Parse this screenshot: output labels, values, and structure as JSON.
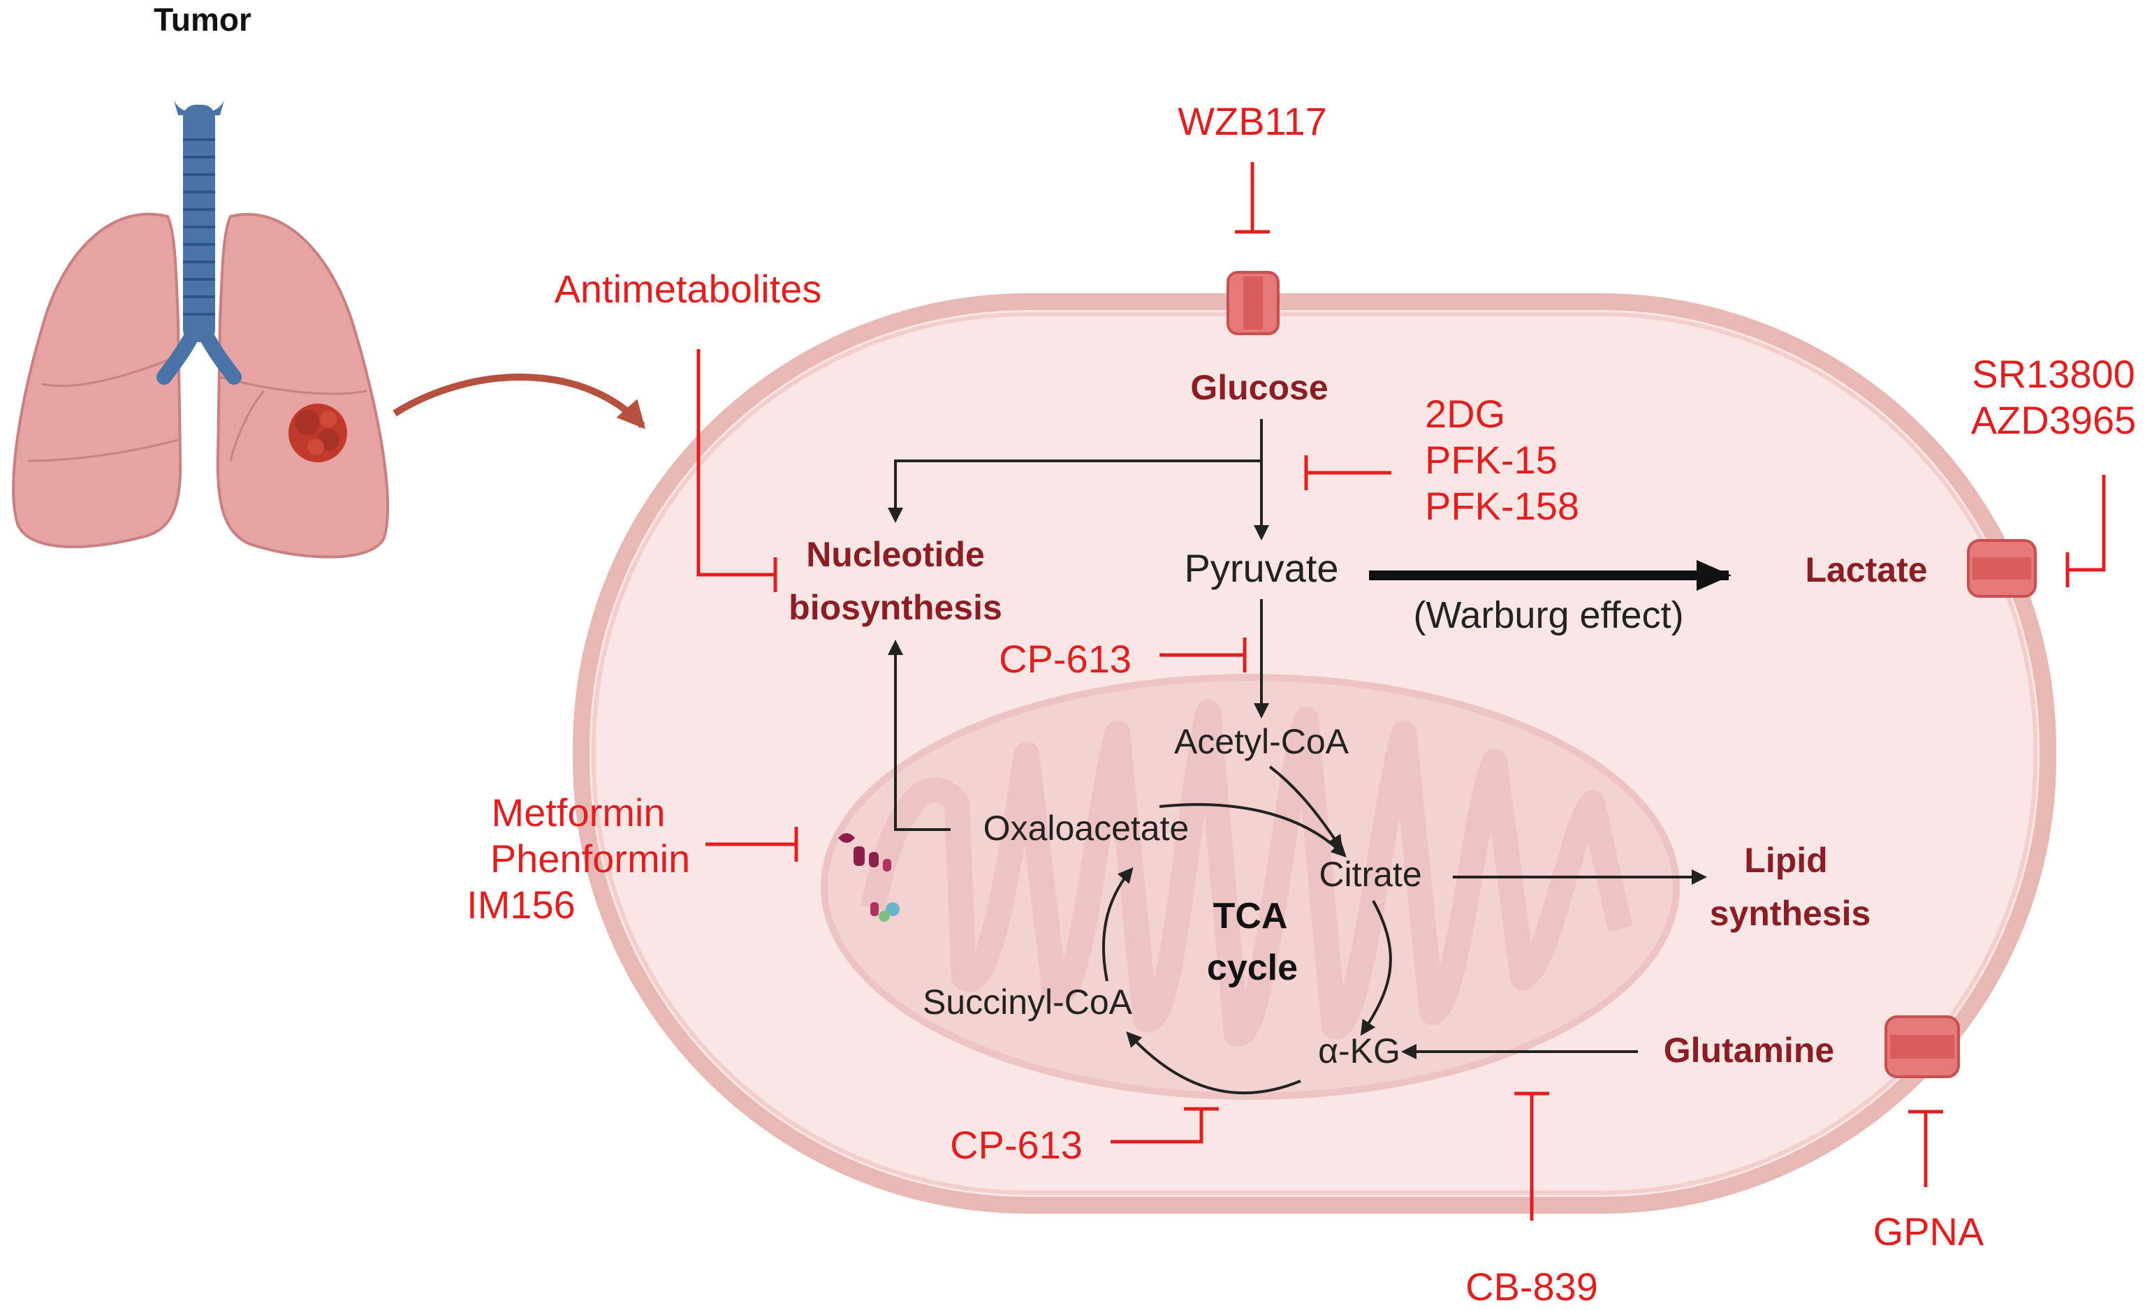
{
  "title": "Tumor",
  "colors": {
    "inhibitor": "#e02020",
    "metabolite_bold": "#8b1e24",
    "cell_fill": "#fbe6e6",
    "cell_membrane": "#e8b8b4",
    "mito_fill": "#f5d4d4",
    "lung_fill": "#e8a0a0",
    "trachea": "#4a74a8",
    "tumor": "#c0392b"
  },
  "inhibitors": {
    "wzb117": "WZB117",
    "antimetabolites": "Antimetabolites",
    "glycolysis": [
      "2DG",
      "PFK-15",
      "PFK-158"
    ],
    "mct": [
      "SR13800",
      "AZD3965"
    ],
    "cp613_top": "CP-613",
    "complex1": [
      "Metformin",
      "Phenformin",
      "IM156"
    ],
    "cp613_bottom": "CP-613",
    "cb839": "CB-839",
    "gpna": "GPNA"
  },
  "metabolites": {
    "glucose": "Glucose",
    "nucleotide": [
      "Nucleotide",
      "biosynthesis"
    ],
    "pyruvate": "Pyruvate",
    "warburg": "(Warburg effect)",
    "lactate": "Lactate",
    "acetyl_coa": "Acetyl-CoA",
    "oxaloacetate": "Oxaloacetate",
    "citrate": "Citrate",
    "lipid": [
      "Lipid",
      "synthesis"
    ],
    "tca": [
      "TCA",
      "cycle"
    ],
    "succinyl_coa": "Succinyl-CoA",
    "akg": "α-KG",
    "glutamine": "Glutamine"
  },
  "icons": [
    "lungs-icon",
    "tumor-mass-icon",
    "transporter-icon",
    "mitochondrion-icon",
    "electron-transport-chain-icon"
  ]
}
